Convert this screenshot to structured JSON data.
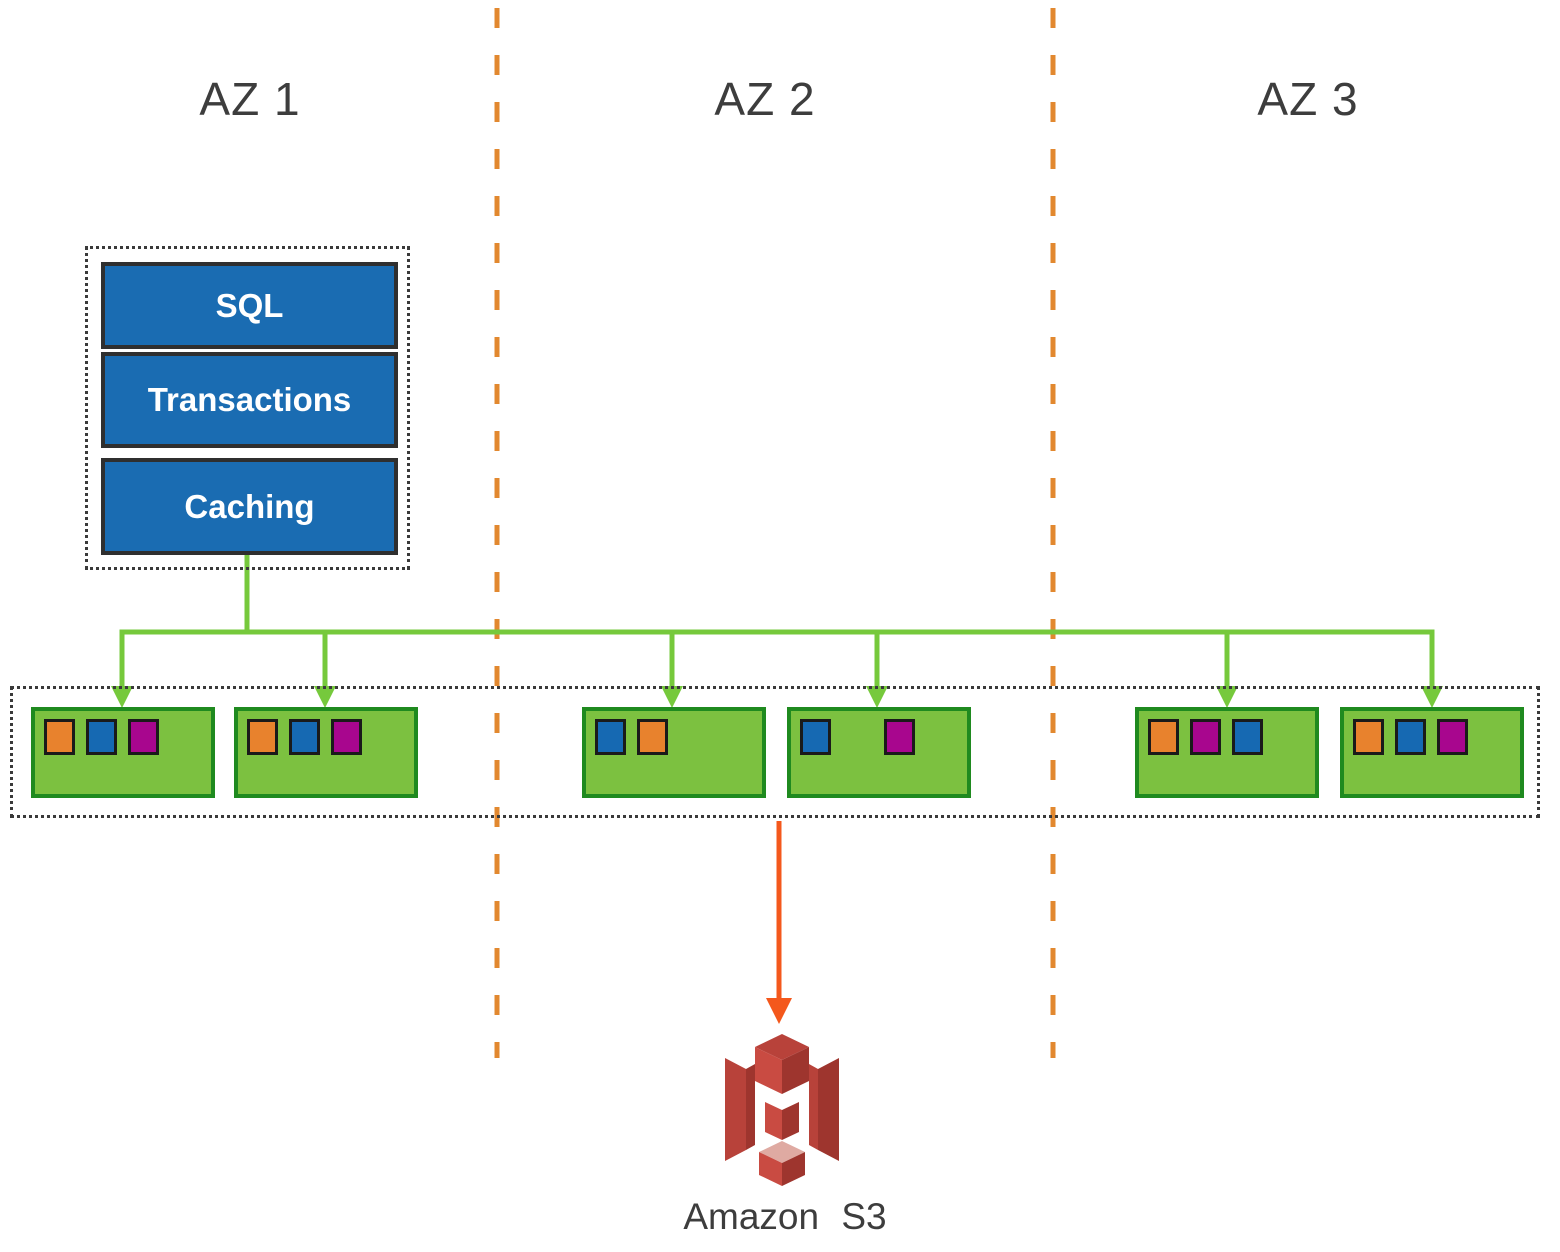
{
  "zones": [
    {
      "label": "AZ 1"
    },
    {
      "label": "AZ 2"
    },
    {
      "label": "AZ 3"
    }
  ],
  "database_stack": {
    "layers": [
      "SQL",
      "Transactions",
      "Caching"
    ]
  },
  "storage_nodes": [
    {
      "az": "AZ 1",
      "segments": [
        "orange",
        "blue",
        "magenta"
      ]
    },
    {
      "az": "AZ 1",
      "segments": [
        "orange",
        "blue",
        "magenta"
      ]
    },
    {
      "az": "AZ 2",
      "segments": [
        "blue",
        "orange",
        ""
      ]
    },
    {
      "az": "AZ 2",
      "segments": [
        "blue",
        "",
        "magenta"
      ]
    },
    {
      "az": "AZ 3",
      "segments": [
        "orange",
        "magenta",
        "blue"
      ]
    },
    {
      "az": "AZ 3",
      "segments": [
        "orange",
        "blue",
        "magenta"
      ]
    }
  ],
  "s3_label": "Amazon S3",
  "colors": {
    "label_text": "#3D3D3D",
    "az_separator": "#E2882F",
    "dotted_border": "#3A3A3A",
    "db_box_fill": "#1A6CB2",
    "db_box_border": "#2F2F2F",
    "db_box_text": "#FFFFFF",
    "replication_line": "#76C93C",
    "storage_fill": "#7CC140",
    "storage_border": "#1F8A1F",
    "segment_orange": "#E8822D",
    "segment_blue": "#1669B2",
    "segment_magenta": "#A8068E",
    "segment_border": "#1A1A1A",
    "s3_arrow": "#F4581C",
    "s3_red": "#C94B42",
    "s3_red_mid": "#B8423A",
    "s3_red_dark": "#9E352E",
    "s3_red_light": "#DFAAA2"
  }
}
